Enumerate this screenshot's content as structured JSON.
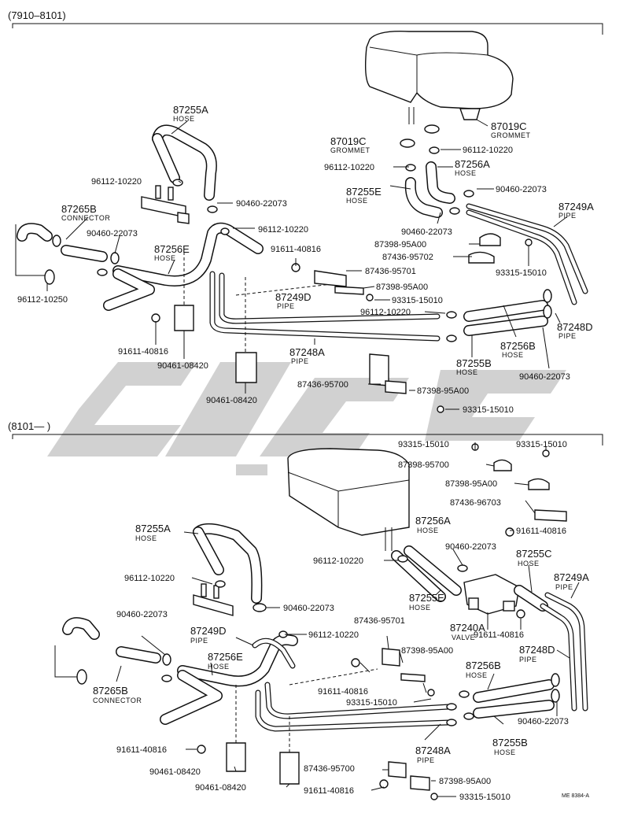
{
  "sections": [
    {
      "range": "(7910–8101)"
    },
    {
      "range": "(8101—      )"
    }
  ],
  "labels_top": [
    {
      "num": "87255A",
      "sub": "HOSE"
    },
    {
      "num": "87265B",
      "sub": "CONNECTOR"
    },
    {
      "num": "87256E",
      "sub": "HOSE"
    },
    {
      "num": "87019C",
      "sub": "GROMMET"
    },
    {
      "num": "87019C",
      "sub": "GROMMET"
    },
    {
      "num": "87256A",
      "sub": "HOSE"
    },
    {
      "num": "87255E",
      "sub": "HOSE"
    },
    {
      "num": "87249A",
      "sub": "PIPE"
    },
    {
      "num": "87249D",
      "sub": "PIPE"
    },
    {
      "num": "87248A",
      "sub": "PIPE"
    },
    {
      "num": "87248D",
      "sub": "PIPE"
    },
    {
      "num": "87256B",
      "sub": "HOSE"
    },
    {
      "num": "87255B",
      "sub": "HOSE"
    },
    {
      "num": "96112-10220"
    },
    {
      "num": "90460-22073"
    },
    {
      "num": "90460-22073"
    },
    {
      "num": "96112-10220"
    },
    {
      "num": "96112-10250"
    },
    {
      "num": "91611-40816"
    },
    {
      "num": "87436-95701"
    },
    {
      "num": "87398-95A00"
    },
    {
      "num": "93315-15010"
    },
    {
      "num": "96112-10220"
    },
    {
      "num": "91611-40816"
    },
    {
      "num": "90461-08420"
    },
    {
      "num": "90461-08420"
    },
    {
      "num": "87436-95700"
    },
    {
      "num": "87398-95A00"
    },
    {
      "num": "93315-15010"
    },
    {
      "num": "96112-10220"
    },
    {
      "num": "96112-10220"
    },
    {
      "num": "90460-22073"
    },
    {
      "num": "90460-22073"
    },
    {
      "num": "87398-95A00"
    },
    {
      "num": "87436-95702"
    },
    {
      "num": "93315-15010"
    },
    {
      "num": "90460-22073"
    }
  ],
  "labels_bottom": [
    {
      "num": "87255A",
      "sub": "HOSE"
    },
    {
      "num": "87249D",
      "sub": "PIPE"
    },
    {
      "num": "87256E",
      "sub": "HOSE"
    },
    {
      "num": "87265B",
      "sub": "CONNECTOR"
    },
    {
      "num": "87256A",
      "sub": "HOSE"
    },
    {
      "num": "87255E",
      "sub": "HOSE"
    },
    {
      "num": "87255C",
      "sub": "HOSE"
    },
    {
      "num": "87249A",
      "sub": "PIPE"
    },
    {
      "num": "87240A",
      "sub": "VALVE"
    },
    {
      "num": "87248D",
      "sub": "PIPE"
    },
    {
      "num": "87256B",
      "sub": "HOSE"
    },
    {
      "num": "87248A",
      "sub": "PIPE"
    },
    {
      "num": "87255B",
      "sub": "HOSE"
    },
    {
      "num": "93315-15010"
    },
    {
      "num": "93315-15010"
    },
    {
      "num": "87398-95700"
    },
    {
      "num": "87398-95A00"
    },
    {
      "num": "87436-96703"
    },
    {
      "num": "91611-40816"
    },
    {
      "num": "96112-10220"
    },
    {
      "num": "90460-22073"
    },
    {
      "num": "96112-10220"
    },
    {
      "num": "90460-22073"
    },
    {
      "num": "90460-22073"
    },
    {
      "num": "96112-10220"
    },
    {
      "num": "87436-95701"
    },
    {
      "num": "87398-95A00"
    },
    {
      "num": "91611-40816"
    },
    {
      "num": "91611-40816"
    },
    {
      "num": "93315-15010"
    },
    {
      "num": "90460-22073"
    },
    {
      "num": "91611-40816"
    },
    {
      "num": "90461-08420"
    },
    {
      "num": "90461-08420"
    },
    {
      "num": "87436-95700"
    },
    {
      "num": "87398-95A00"
    },
    {
      "num": "91611-40816"
    },
    {
      "num": "93315-15010"
    }
  ],
  "footer": {
    "code": "ME  8384-A"
  },
  "colors": {
    "ink": "#111111",
    "watermark": "#c8c8c8",
    "paper": "#ffffff"
  }
}
